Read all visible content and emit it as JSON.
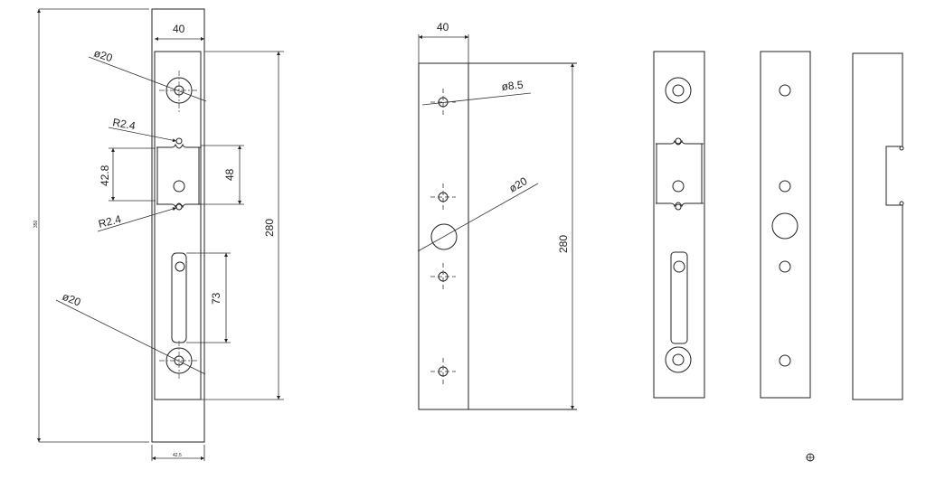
{
  "views": {
    "front_dimensioned": {
      "width": "40",
      "height": "280",
      "overall_length": "350",
      "overall_width": "42.5",
      "hole_top_dia": "ø20",
      "hole_bottom_dia": "ø20",
      "radius_top": "R2.4",
      "radius_bottom": "R2.4",
      "recess_inner": "42.8",
      "recess_outer": "48",
      "slot_length": "73"
    },
    "back_dimensioned": {
      "width": "40",
      "height": "280",
      "small_hole_dia": "ø8.5",
      "large_hole_dia": "ø20"
    }
  },
  "colors": {
    "line": "#222222",
    "background": "#ffffff"
  },
  "icons": [
    "crosshair-circle-icon"
  ]
}
